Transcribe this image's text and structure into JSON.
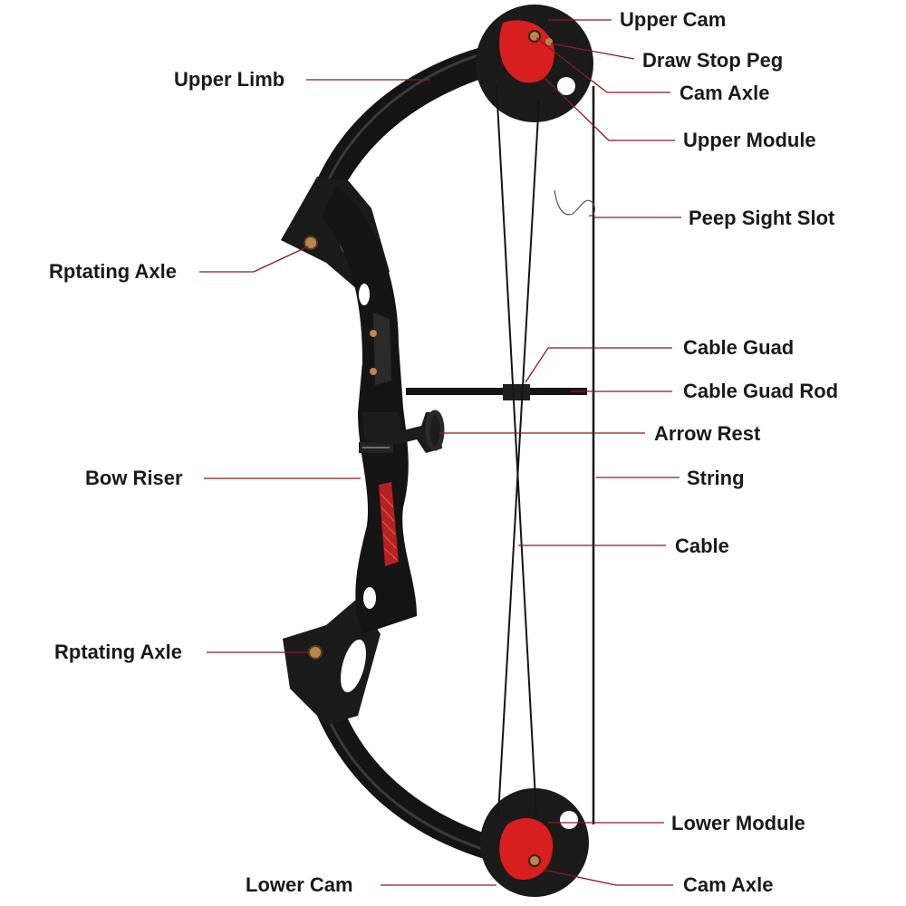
{
  "labels": {
    "upper_cam": "Upper Cam",
    "draw_stop_peg": "Draw Stop Peg",
    "cam_axle_top": "Cam Axle",
    "upper_module": "Upper Module",
    "upper_limb": "Upper Limb",
    "peep_sight_slot": "Peep Sight Slot",
    "rotating_axle_top": "Rptating Axle",
    "cable_guard": "Cable Guad",
    "cable_guard_rod": "Cable Guad Rod",
    "arrow_rest": "Arrow Rest",
    "bow_riser": "Bow Riser",
    "string": "String",
    "cable": "Cable",
    "rotating_axle_bottom": "Rptating Axle",
    "lower_module": "Lower Module",
    "lower_cam": "Lower Cam",
    "cam_axle_bottom": "Cam Axle"
  },
  "colors": {
    "leader_line": "#8b1a1a",
    "bow_body": "#141414",
    "cam_accent": "#d81e1e",
    "grip_accent": "#b52020",
    "axle_bronze": "#b8864a",
    "label_text": "#1a1a1a"
  },
  "icons": [
    "compound-bow-illustration"
  ]
}
